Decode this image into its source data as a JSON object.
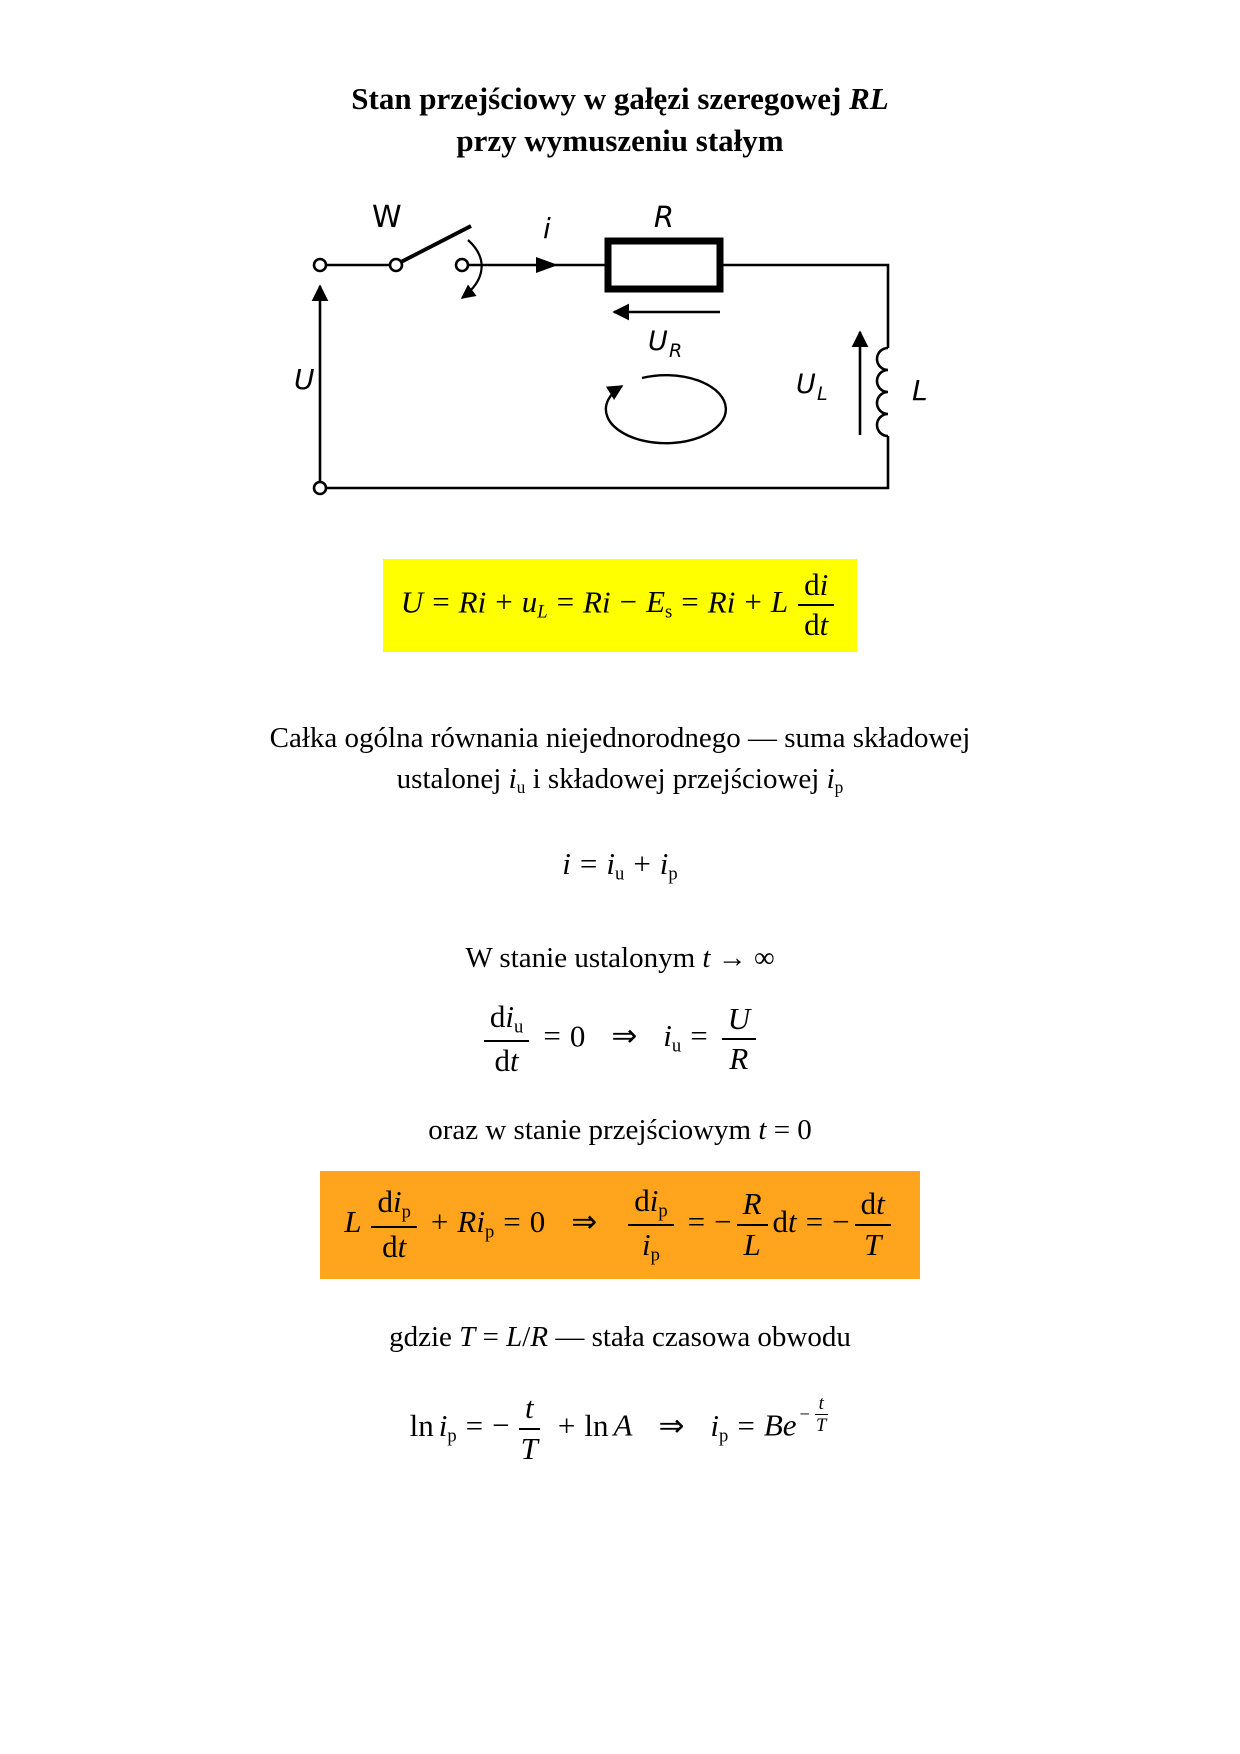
{
  "colors": {
    "highlight_yellow": "#ffff00",
    "highlight_orange": "#ffa41c",
    "ink": "#000000"
  },
  "title": {
    "line1": "Stan przejściowy w gałęzi szeregowej",
    "line1_italic": "RL",
    "line2": "przy wymuszeniu stałym"
  },
  "circuit": {
    "switch_label": "W",
    "current_label": "i",
    "resistor_label": "R",
    "ur_label": "U",
    "ur_sub": "R",
    "source_label": "U",
    "ul_label": "U",
    "ul_sub": "L",
    "inductor_label": "L"
  },
  "sym": {
    "U": "U",
    "R": "R",
    "L": "L",
    "T": "T",
    "E": "E",
    "A": "A",
    "B": "B",
    "e": "e",
    "i": "i",
    "u": "u",
    "t": "t",
    "d": "d",
    "p": "p",
    "s": "s",
    "Ri": "Ri",
    "ln": "ln",
    "eq": "=",
    "plus": "+",
    "minus": "−",
    "zero": "0",
    "implies": "⇒",
    "to": "→",
    "infinity": "∞",
    "slash": "/"
  },
  "para": {
    "line1": "Całka ogólna równania niejednorodnego — suma składowej",
    "line2_pre": "ustalonej",
    "line2_mid": "i składowej przejściowej"
  },
  "steady": {
    "text": "W stanie ustalonym"
  },
  "transient": {
    "text": "oraz w stanie przejściowym"
  },
  "gdzie": {
    "pre": "gdzie",
    "post": "— stała czasowa obwodu"
  }
}
